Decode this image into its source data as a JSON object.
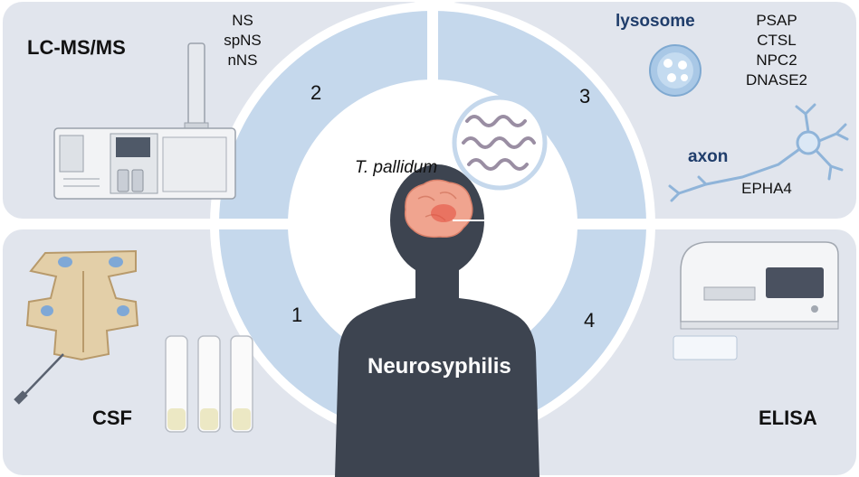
{
  "panels": {
    "top_left": {
      "title": "LC-MS/MS",
      "methods": [
        "NS",
        "spNS",
        "nNS"
      ]
    },
    "top_right": {
      "lysosome_label": "lysosome",
      "lysosome_proteins": [
        "PSAP",
        "CTSL",
        "NPC2",
        "DNASE2"
      ],
      "axon_label": "axon",
      "axon_protein": "EPHA4"
    },
    "bottom_left": {
      "title": "CSF"
    },
    "bottom_right": {
      "title": "ELISA"
    }
  },
  "ring_numbers": [
    "1",
    "2",
    "3",
    "4"
  ],
  "center": {
    "pathogen": "T. pallidum",
    "disease": "Neurosyphilis"
  },
  "colors": {
    "panel_bg": "#e1e5ed",
    "ring_blue": "#c5d8ec",
    "body": "#3d4450",
    "brain": "#f0a48f"
  }
}
